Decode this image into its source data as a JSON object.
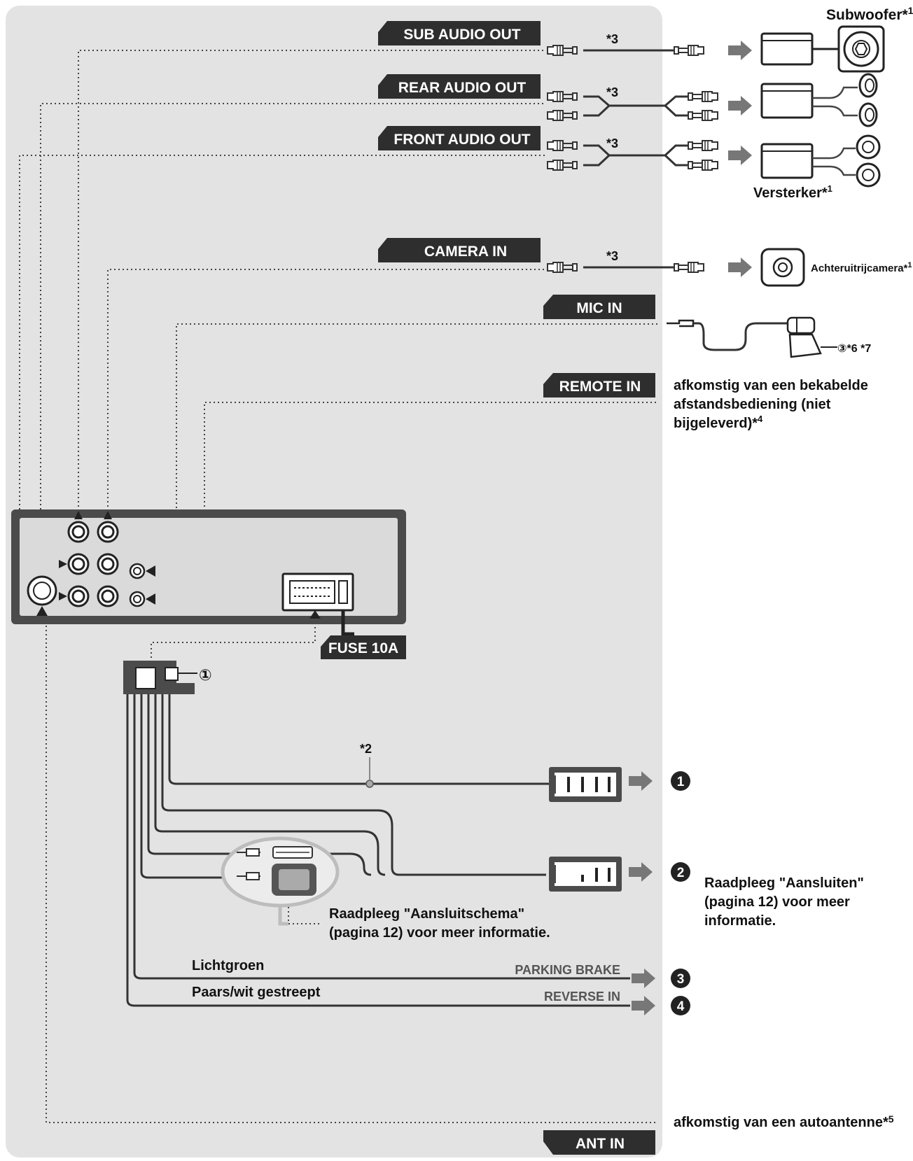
{
  "colors": {
    "panel": "#e3e3e3",
    "tag": "#2e2e2e",
    "unit": "#4b4b4b",
    "arrow": "#777777",
    "ring": "#bdbdbd"
  },
  "tags": {
    "sub_audio_out": "SUB AUDIO OUT",
    "rear_audio_out": "REAR AUDIO OUT",
    "front_audio_out": "FRONT AUDIO OUT",
    "camera_in": "CAMERA IN",
    "mic_in": "MIC IN",
    "remote_in": "REMOTE IN",
    "fuse": "FUSE 10A",
    "ant_in": "ANT IN"
  },
  "notes": {
    "n3": "*3",
    "n2": "*2"
  },
  "devices": {
    "subwoofer": "Subwoofer*",
    "subwoofer_sup": "1",
    "amplifier": "Versterker*",
    "amplifier_sup": "1",
    "camera": "Achteruitrijcamera*",
    "camera_sup": "1",
    "mic_note": "③*6 *7"
  },
  "remote_note": {
    "line1": "afkomstig van een bekabelde",
    "line2": "afstandsbediening (niet",
    "line3": "bijgeleverd)*",
    "sup": "4"
  },
  "markers": {
    "m1": "①",
    "b1": "1",
    "b2": "2",
    "b3": "3",
    "b4": "4"
  },
  "wiring_note": {
    "line1": "Raadpleeg \"Aansluitschema\"",
    "line2": "(pagina 12) voor meer informatie."
  },
  "connect_note": {
    "line1": "Raadpleeg \"Aansluiten\"",
    "line2": "(pagina 12) voor meer",
    "line3": "informatie."
  },
  "wires": {
    "lightgreen": "Lichtgroen",
    "parking_brake": "PARKING BRAKE",
    "purple_white": "Paars/wit gestreept",
    "reverse_in": "REVERSE IN"
  },
  "antenna_note": {
    "text": "afkomstig van een autoantenne*",
    "sup": "5"
  }
}
